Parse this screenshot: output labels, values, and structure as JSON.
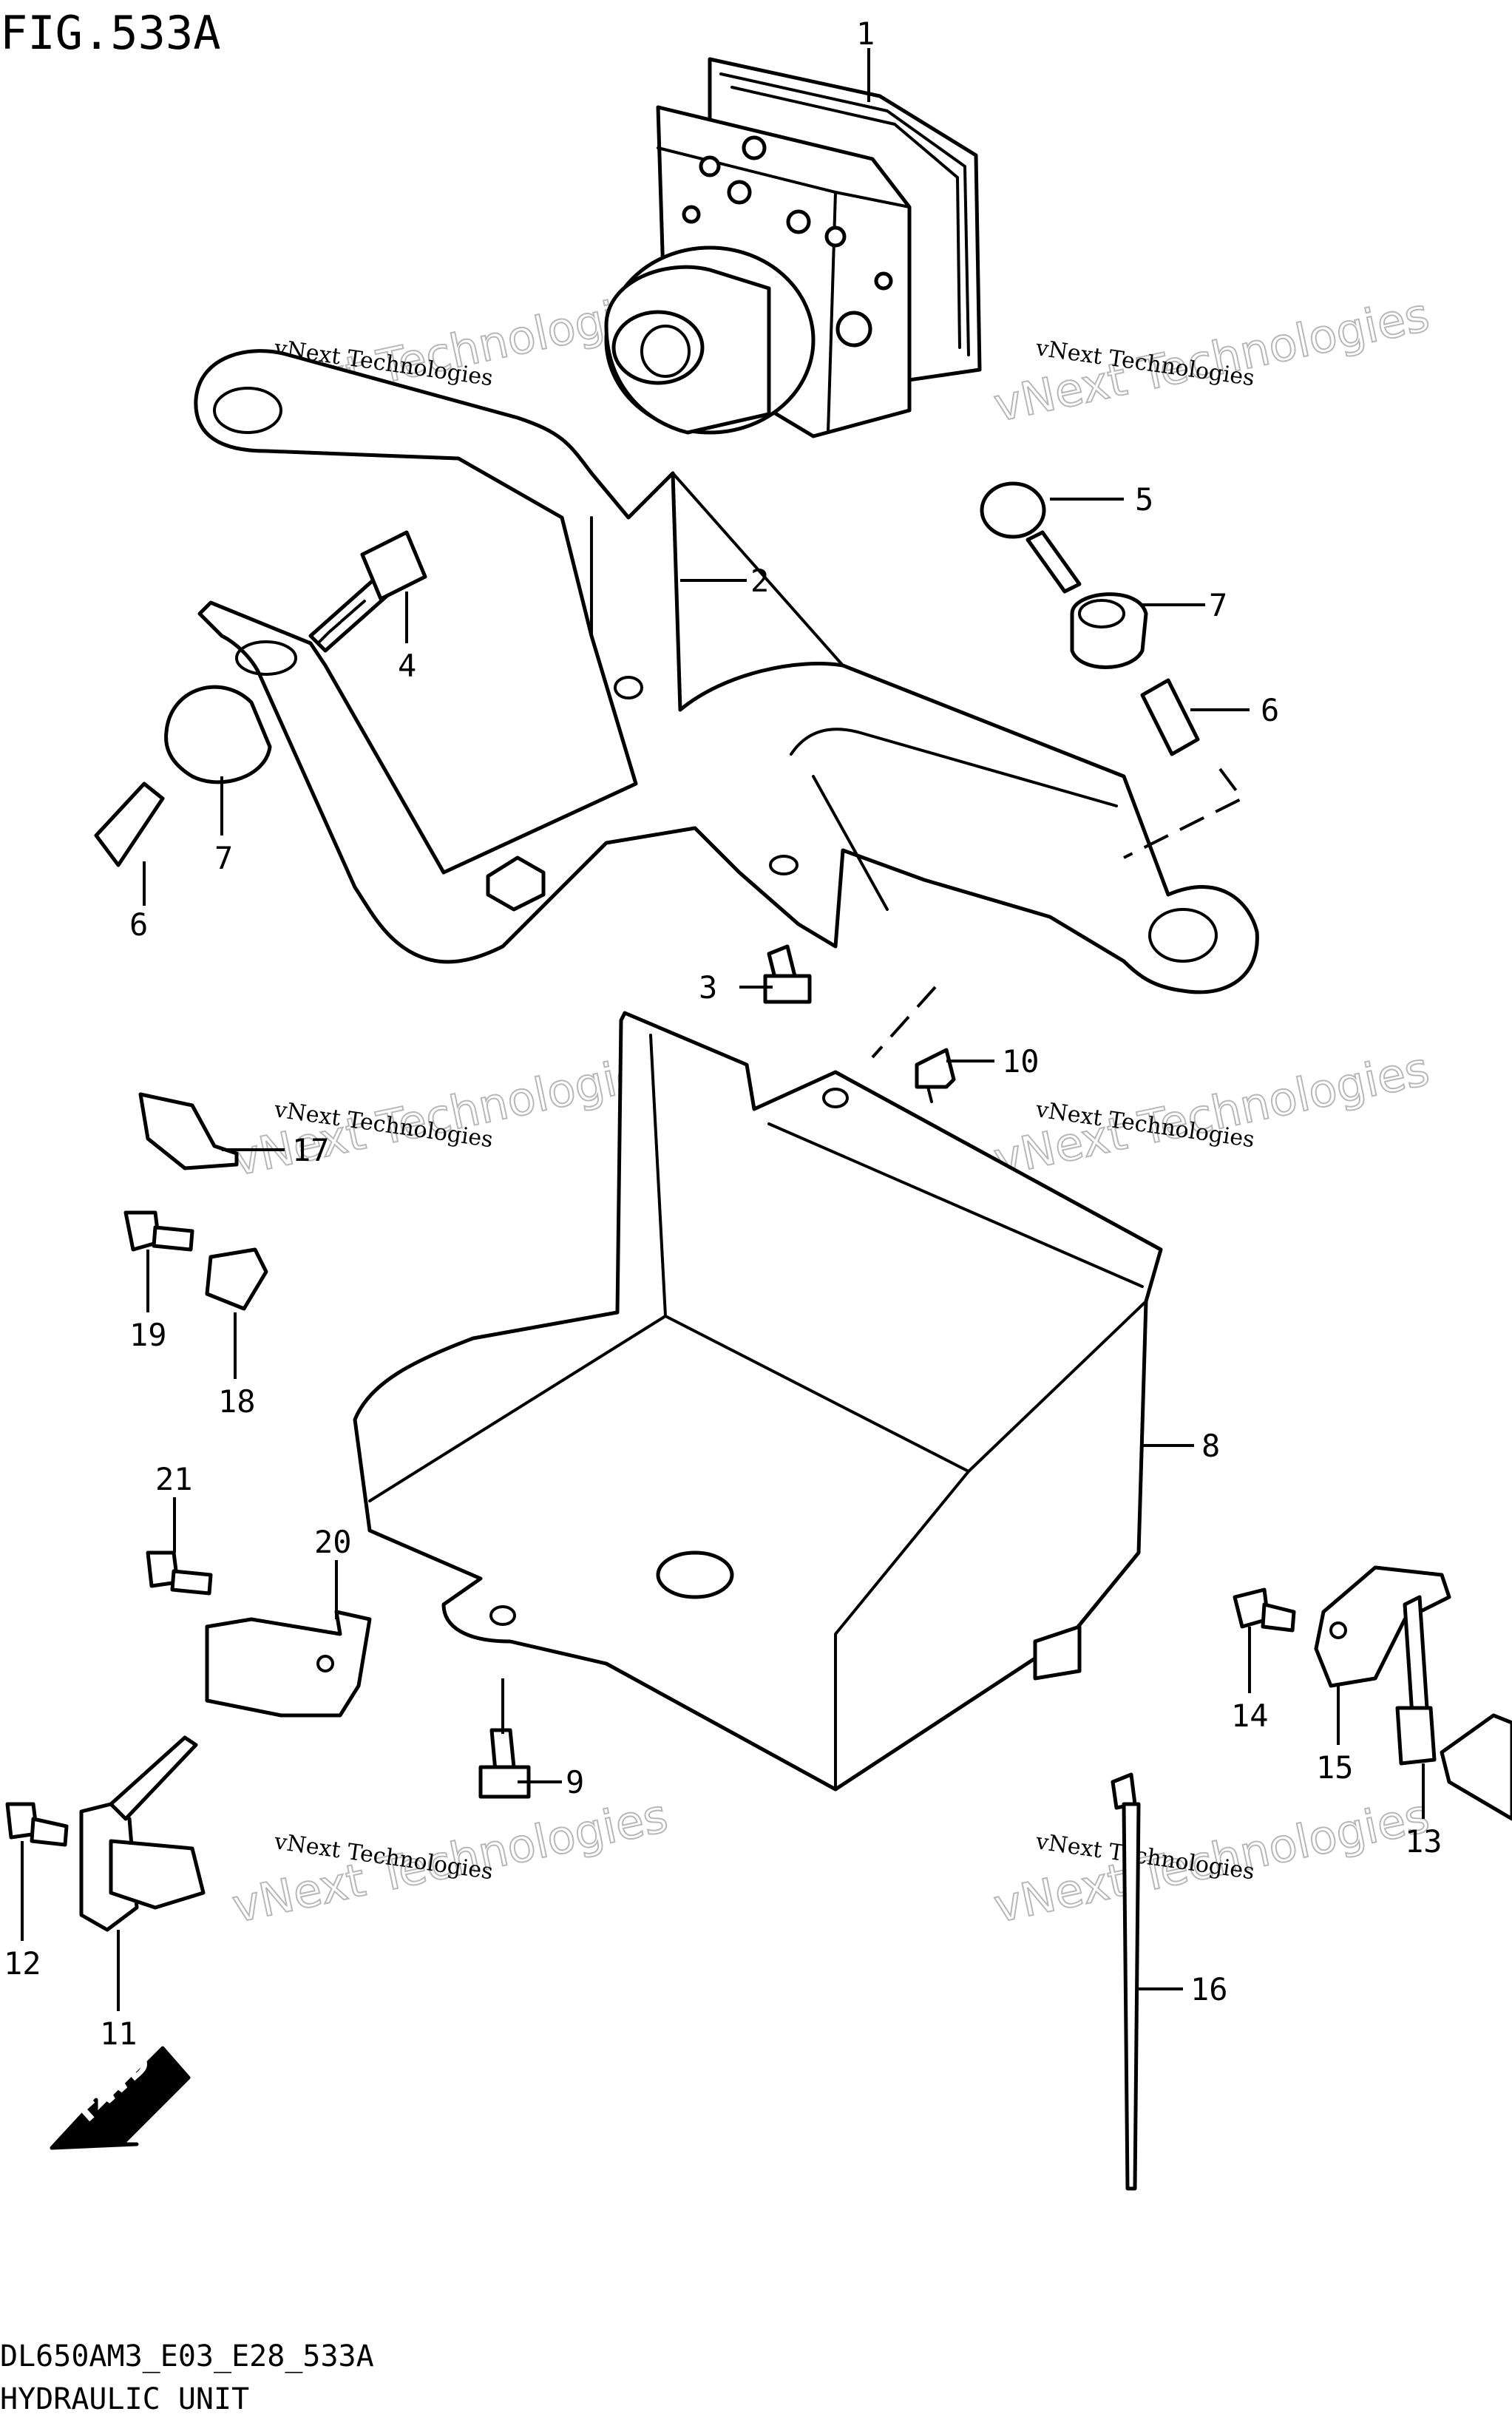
{
  "figure": {
    "title": "FIG.533A",
    "code": "DL650AM3_E03_E28_533A",
    "subtitle": "HYDRAULIC UNIT",
    "direction_label": "FWD"
  },
  "callouts": [
    "1",
    "2",
    "3",
    "4",
    "5",
    "6",
    "7",
    "8",
    "9",
    "10",
    "11",
    "12",
    "13",
    "14",
    "15",
    "16",
    "17",
    "18",
    "19",
    "20",
    "21",
    "6",
    "7"
  ],
  "watermark": {
    "line1": "vNext Technologies",
    "line2": "vNext Technologies"
  },
  "colors": {
    "ink": "#000000",
    "paper": "#ffffff",
    "watermark": "#b8b8b8"
  }
}
